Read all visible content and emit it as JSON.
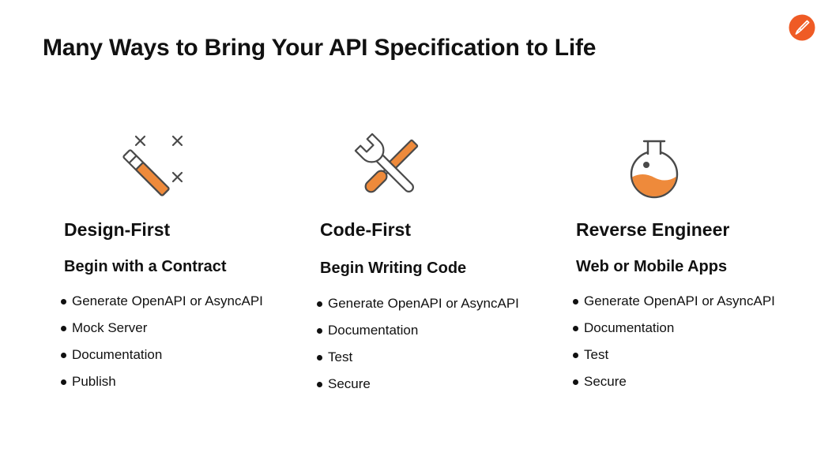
{
  "slide": {
    "title": "Many Ways to Bring Your API Specification to Life"
  },
  "colors": {
    "accent": "#EF5B25",
    "icon_orange": "#EE8A3B",
    "icon_stroke": "#4A4A4A",
    "text": "#111111"
  },
  "logo": {
    "icon": "postman-logo-icon"
  },
  "columns": [
    {
      "icon": "magic-wand-icon",
      "title": "Design-First",
      "subtitle": "Begin with a Contract",
      "items": [
        "Generate OpenAPI or AsyncAPI",
        "Mock Server",
        "Documentation",
        "Publish"
      ]
    },
    {
      "icon": "wrench-screwdriver-icon",
      "title": "Code-First",
      "subtitle": "Begin Writing Code",
      "items": [
        "Generate OpenAPI or AsyncAPI",
        "Documentation",
        "Test",
        "Secure"
      ]
    },
    {
      "icon": "flask-icon",
      "title": "Reverse Engineer",
      "subtitle": "Web or Mobile Apps",
      "items": [
        "Generate OpenAPI or AsyncAPI",
        "Documentation",
        "Test",
        "Secure"
      ]
    }
  ]
}
